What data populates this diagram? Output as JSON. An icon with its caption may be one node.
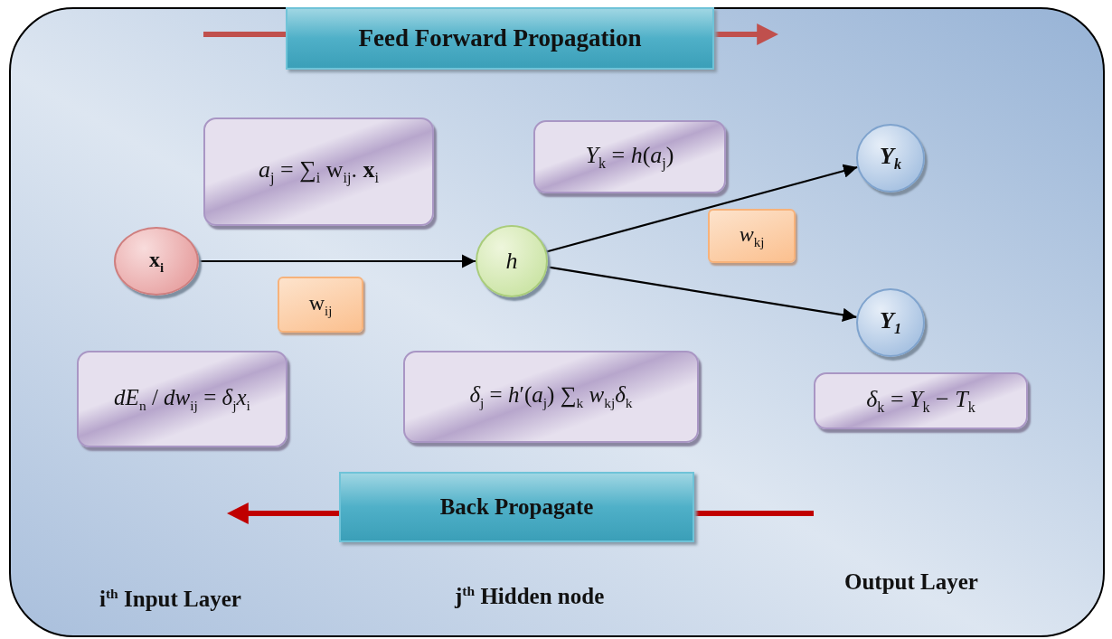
{
  "diagram": {
    "nodes": [
      {
        "text": [
          "Feed Forward Propagation"
        ]
      },
      {
        "text": [
          "*a*$_{j}$ = ∑$_{i}$ w$_{ij}$. **x**$_{i}$"
        ]
      },
      {
        "text": [
          "*Y*$_{k}$ = *h*(*a*$_{j}$)"
        ]
      },
      {
        "text": [
          "Y$_{k}$"
        ]
      },
      {
        "text": [
          "*w*$_{kj}$"
        ]
      },
      {
        "text": [
          "x$_{i}$"
        ]
      },
      {
        "text": [
          "h"
        ]
      },
      {
        "text": [
          "w$_{ij}$"
        ]
      },
      {
        "text": [
          "Y$_{1}$"
        ]
      },
      {
        "text": [
          "*dE*$_{n}$ / *dw*$_{ij}$ = *δ*$_{j}$*x*$_{i}$"
        ]
      },
      {
        "text": [
          "*δ*$_{j}$ = *h*′(*a*$_{j}$) ∑$_{k}$ *w*$_{kj}$*δ*$_{k}$"
        ]
      },
      {
        "text": [
          "*δ*$_{k}$ = *Y*$_{k}$ − *T*$_{k}$"
        ]
      },
      {
        "text": [
          "Back Propagate"
        ]
      }
    ],
    "edges": [
      {
        "from": 5,
        "to": 6,
        "arrow": "to"
      },
      {
        "from": 6,
        "to": 3,
        "arrow": "to"
      },
      {
        "from": 6,
        "to": 8,
        "arrow": "to"
      }
    ],
    "labels": [
      "i$^{th}$ Input Layer",
      "j$^{th}$ Hidden node",
      "Output Layer"
    ]
  }
}
